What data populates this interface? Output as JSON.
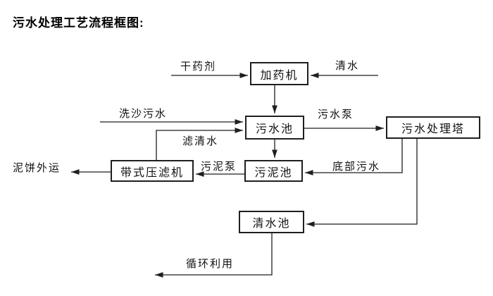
{
  "title": "污水处理工艺流程框图:",
  "diagram": {
    "type": "flowchart",
    "nodes": {
      "dosing_machine": {
        "label": "加药机"
      },
      "sewage_pool": {
        "label": "污水池"
      },
      "treatment_tower": {
        "label": "污水处理塔"
      },
      "sludge_pool": {
        "label": "污泥池"
      },
      "belt_filter_press": {
        "label": "带式压滤机"
      },
      "clean_water_pool": {
        "label": "清水池"
      }
    },
    "edge_labels": {
      "dry_chemical": "干药剂",
      "clean_water": "清水",
      "sand_washing_sewage": "洗沙污水",
      "sewage_pump": "污水泵",
      "filtered_water": "滤清水",
      "sludge_pump": "污泥泵",
      "bottom_sewage": "底部污水",
      "mud_cake_out": "泥饼外运",
      "recycle": "循环利用"
    },
    "flows": [
      "干药剂 → 加药机",
      "清水 → 加药机",
      "加药机 → 污水池",
      "洗沙污水 → 污水池",
      "带式压滤机 →(滤清水) 污水池",
      "污水池 →(污水泵) 污水处理塔",
      "污水池 → 污泥池",
      "污水处理塔 →(底部污水) 污泥池",
      "污泥池 →(污泥泵) 带式压滤机",
      "带式压滤机 → 泥饼外运",
      "污水处理塔 → 清水池",
      "清水池 → 循环利用"
    ],
    "colors": {
      "line": "#1f1f1f",
      "box_border": "#1f1f1f",
      "text": "#111111",
      "background": "#ffffff"
    }
  }
}
